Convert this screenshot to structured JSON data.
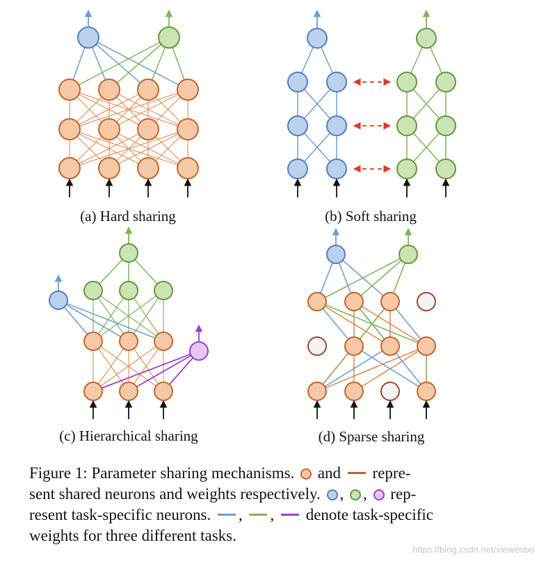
{
  "panels": {
    "a": {
      "caption": "(a) Hard sharing"
    },
    "b": {
      "caption": "(b) Soft sharing"
    },
    "c": {
      "caption": "(c) Hierarchical sharing"
    },
    "d": {
      "caption": "(d) Sparse sharing"
    }
  },
  "figure_caption": {
    "line1_pre": "Figure 1: Parameter sharing mechanisms.",
    "line1_and": "and",
    "line1_post": "repre-",
    "line2_pre": "sent shared neurons and weights respectively.",
    "line2_sep1": ",",
    "line2_sep2": ",",
    "line2_post": "rep-",
    "line3_pre": "resent task-specific neurons.",
    "line3_sep1": ",",
    "line3_sep2": ",",
    "line3_post": "denote task-specific",
    "line4": "weights for three different tasks."
  },
  "watermark": "https://blog.csdn.net/xiewenbo",
  "colors": {
    "shared_fill": "#f5c9a8",
    "shared_stroke": "#c2652b",
    "shared_weight": "#de8a4e",
    "task_blue_fill": "#bcd2ec",
    "task_blue_stroke": "#4f7fbf",
    "task_blue_weight": "#6f9ed0",
    "task_green_fill": "#cce3b5",
    "task_green_stroke": "#5e9a3a",
    "task_green_weight": "#80b35a",
    "task_purple_fill": "#e4c8f2",
    "task_purple_stroke": "#9b3fd0",
    "task_purple_weight": "#9b3fd0",
    "unused_fill": "#f4f4f4",
    "unused_stroke": "#9a4a2a",
    "arrow_black": "#111111",
    "arrow_red": "#e03a2a"
  }
}
